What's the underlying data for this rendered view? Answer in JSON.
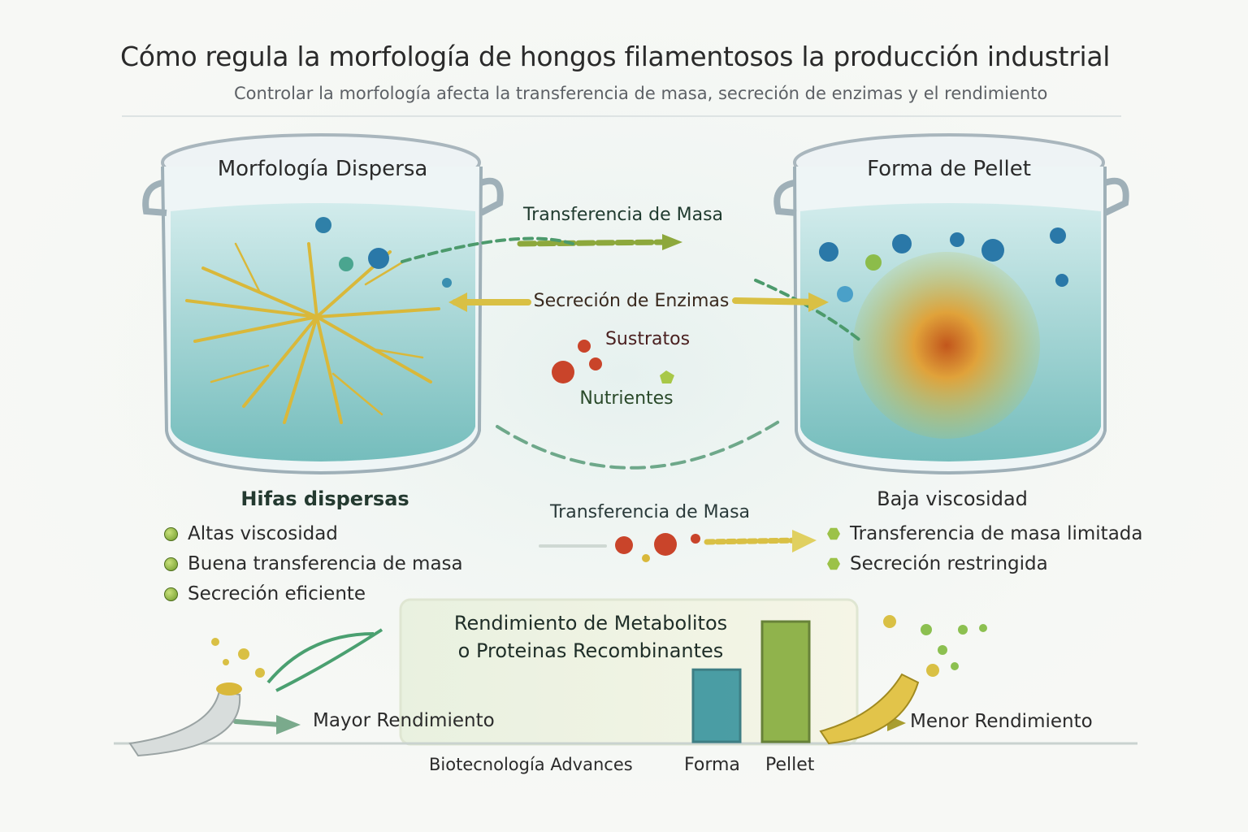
{
  "title": "Cómo regula la morfología de hongos filamentosos la producción industrial",
  "subtitle": "Controlar la morfología afecta la transferencia de masa, secreción de enzimas y el rendimiento",
  "left_vessel": {
    "label": "Morfología Dispersa",
    "heading": "Hifas dispersas",
    "bullets": [
      "Altas viscosidad",
      "Buena transferencia de masa",
      "Secreción eficiente"
    ]
  },
  "right_vessel": {
    "label": "Forma de Pellet",
    "heading": "Baja viscosidad",
    "bullets": [
      "Transferencia de masa limitada",
      "Secreción restringida"
    ]
  },
  "center": {
    "mass_transfer_top": "Transferencia de Masa",
    "enzyme_secretion": "Secreción de Enzimas",
    "substrates": "Sustratos",
    "nutrients": "Nutrientes",
    "mass_transfer_bottom": "Transferencia de Masa"
  },
  "yield": {
    "higher": "Mayor Rendimiento",
    "lower": "Menor Rendimiento",
    "source": "Biotecnología Advances"
  },
  "colors": {
    "teal": "#2e8f9a",
    "green": "#7fa832",
    "water": "#8fcfcf",
    "hyphae": "#d9b83a"
  },
  "chart_data": {
    "type": "bar",
    "title": "Rendimiento de Metabolitos o Proteinas Recombinantes",
    "title_lines": [
      "Rendimiento de Metabolitos",
      "o Proteinas Recombinantes"
    ],
    "categories": [
      "Forma",
      "Pellet"
    ],
    "values": [
      60,
      100
    ],
    "xlabel": "",
    "ylabel": "",
    "ylim": [
      0,
      100
    ],
    "grid": false
  }
}
